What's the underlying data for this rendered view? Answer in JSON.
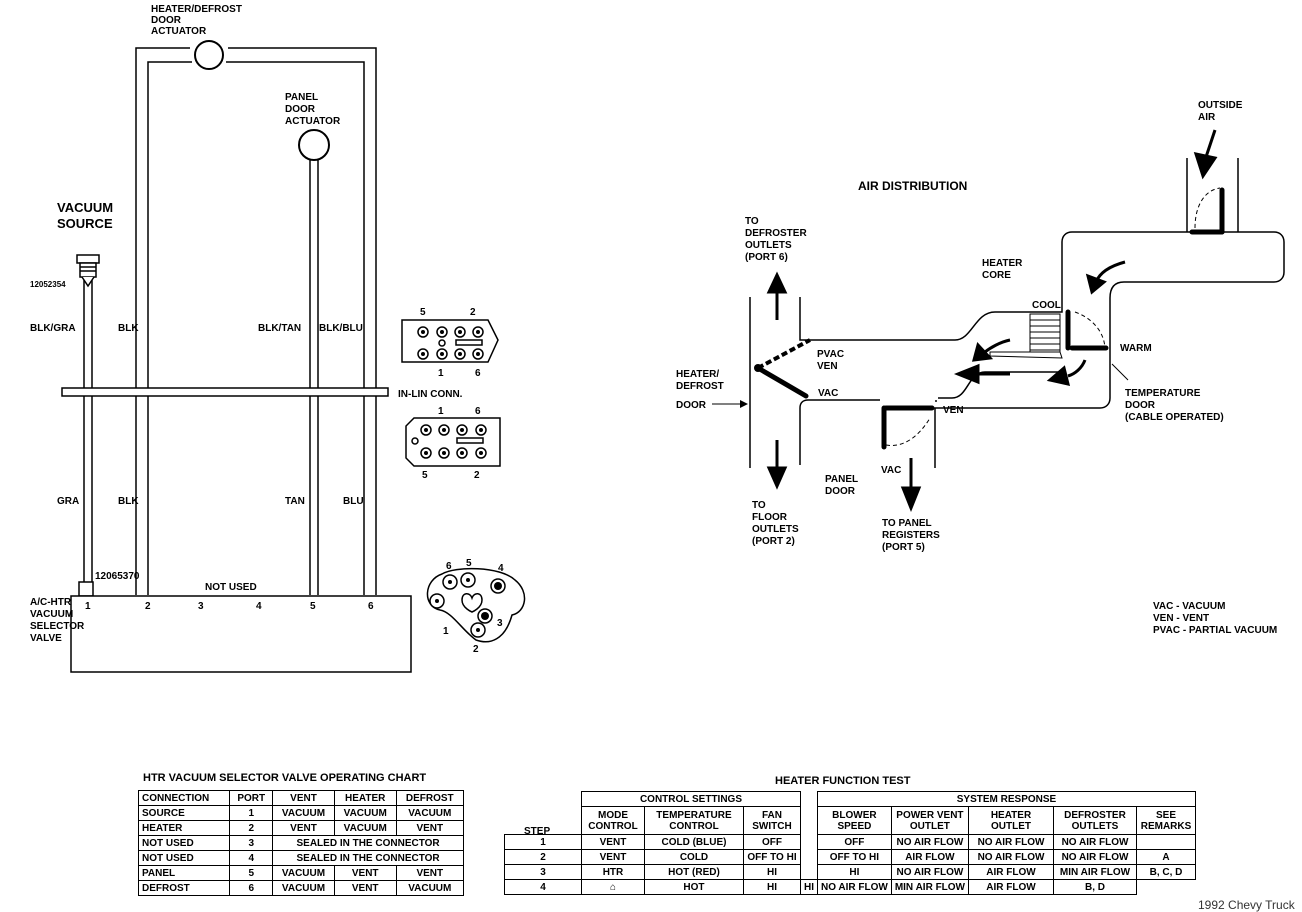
{
  "vacuum_diagram": {
    "heater_defrost_actuator": [
      "HEATER/DEFROST",
      "DOOR",
      "ACTUATOR"
    ],
    "panel_actuator": [
      "PANEL",
      "DOOR",
      "ACTUATOR"
    ],
    "vacuum_source": [
      "VACUUM",
      "SOURCE"
    ],
    "part_12052354": "12052354",
    "part_12065370": "12065370",
    "wire_top": [
      "BLK/GRA",
      "BLK",
      "BLK/TAN",
      "BLK/BLU"
    ],
    "wire_bottom": [
      "GRA",
      "BLK",
      "TAN",
      "BLU"
    ],
    "not_used": "NOT USED",
    "valve_label": [
      "A/C-HTR",
      "VACUUM",
      "SELECTOR",
      "VALVE"
    ],
    "ports": [
      "1",
      "2",
      "3",
      "4",
      "5",
      "6"
    ],
    "inline_conn": "IN-LIN CONN.",
    "conn_top_labels": [
      "5",
      "2",
      "1",
      "6"
    ],
    "conn_bottom_labels": [
      "1",
      "6",
      "5",
      "2"
    ],
    "round_conn_labels": [
      "6",
      "5",
      "4",
      "1",
      "3",
      "2"
    ]
  },
  "air_distribution": {
    "title": "AIR DISTRIBUTION",
    "outside_air": [
      "OUTSIDE",
      "AIR"
    ],
    "to_defroster": [
      "TO",
      "DEFROSTER",
      "OUTLETS",
      "(PORT 6)"
    ],
    "heater_core": [
      "HEATER",
      "CORE"
    ],
    "cool": "COOL",
    "warm": "WARM",
    "pvac": "PVAC",
    "ven": "VEN",
    "vac": "VAC",
    "heater_defrost_door": [
      "HEATER/",
      "DEFROST",
      "DOOR"
    ],
    "temperature_door": [
      "TEMPERATURE",
      "DOOR",
      "(CABLE OPERATED)"
    ],
    "panel_door": [
      "PANEL",
      "DOOR"
    ],
    "to_floor": [
      "TO",
      "FLOOR",
      "OUTLETS",
      "(PORT 2)"
    ],
    "to_panel": [
      "TO PANEL",
      "REGISTERS",
      "(PORT 5)"
    ],
    "legend": [
      "VAC - VACUUM",
      "VEN - VENT",
      "PVAC - PARTIAL VACUUM"
    ]
  },
  "valve_chart": {
    "title": "HTR VACUUM SELECTOR VALVE OPERATING CHART",
    "headers": [
      "CONNECTION",
      "PORT",
      "VENT",
      "HEATER",
      "DEFROST"
    ],
    "rows": [
      [
        "SOURCE",
        "1",
        "VACUUM",
        "VACUUM",
        "VACUUM"
      ],
      [
        "HEATER",
        "2",
        "VENT",
        "VACUUM",
        "VENT"
      ],
      [
        "NOT USED",
        "3",
        "SEALED IN THE CONNECTOR"
      ],
      [
        "NOT USED",
        "4",
        "SEALED IN THE CONNECTOR"
      ],
      [
        "PANEL",
        "5",
        "VACUUM",
        "VENT",
        "VENT"
      ],
      [
        "DEFROST",
        "6",
        "VACUUM",
        "VENT",
        "VACUUM"
      ]
    ]
  },
  "function_test": {
    "title": "HEATER FUNCTION TEST",
    "group_control": "CONTROL SETTINGS",
    "group_response": "SYSTEM RESPONSE",
    "headers": [
      "STEP",
      "MODE CONTROL",
      "TEMPERATURE CONTROL",
      "FAN SWITCH",
      "BLOWER SPEED",
      "POWER VENT OUTLET",
      "HEATER OUTLET",
      "DEFROSTER OUTLETS",
      "SEE REMARKS"
    ],
    "rows": [
      [
        "1",
        "VENT",
        "COLD (BLUE)",
        "OFF",
        "OFF",
        "NO AIR FLOW",
        "NO AIR FLOW",
        "NO AIR FLOW",
        ""
      ],
      [
        "2",
        "VENT",
        "COLD",
        "OFF TO HI",
        "OFF TO HI",
        "AIR FLOW",
        "NO AIR FLOW",
        "NO AIR FLOW",
        "A"
      ],
      [
        "3",
        "HTR",
        "HOT (RED)",
        "HI",
        "HI",
        "NO AIR FLOW",
        "AIR FLOW",
        "MIN AIR FLOW",
        "B, C, D"
      ],
      [
        "4",
        "⌂",
        "HOT",
        "HI",
        "HI",
        "NO AIR FLOW",
        "MIN AIR FLOW",
        "AIR FLOW",
        "B, D"
      ]
    ]
  },
  "footer": "1992 Chevy Truck"
}
